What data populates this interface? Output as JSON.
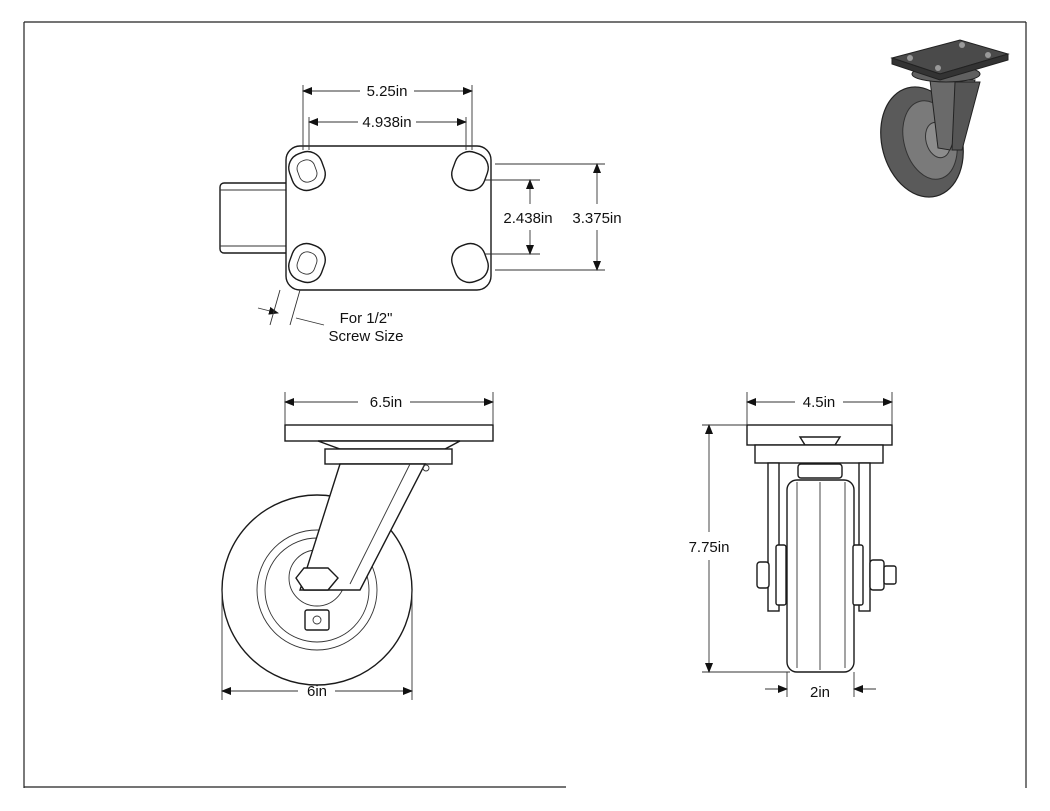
{
  "dimensions": {
    "plate_length": "5.25in",
    "bolt_spacing_length": "4.938in",
    "bolt_spacing_width": "2.438in",
    "plate_width": "3.375in",
    "screw_note_line1": "For 1/2\"",
    "screw_note_line2": "Screw Size",
    "overall_plate_side": "6.5in",
    "wheel_diameter": "6in",
    "plate_front": "4.5in",
    "overall_height": "7.75in",
    "wheel_width": "2in"
  },
  "iso_view": {
    "plate_color": "#4a4a4a",
    "wheel_color": "#5a5a5a",
    "hub_color": "#8c8c8c"
  }
}
